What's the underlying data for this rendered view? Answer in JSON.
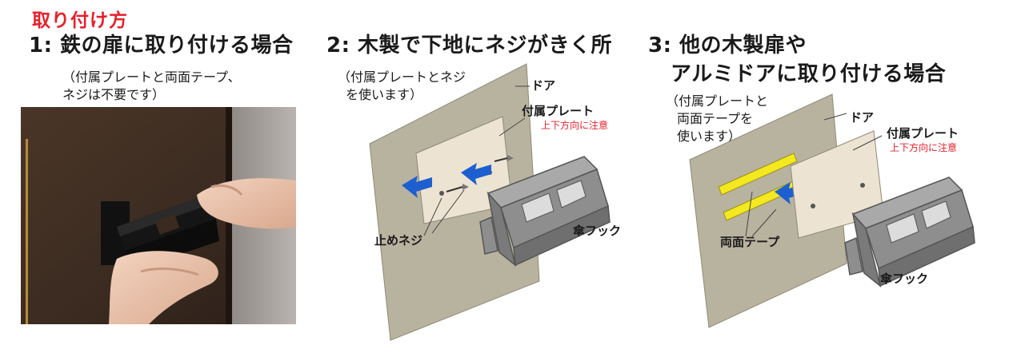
{
  "page": {
    "main_title": "取り付け方"
  },
  "section1": {
    "title": "1: 鉄の扉に取り付ける場合",
    "note_line1": "（付属プレートと両面テープ、",
    "note_line2": "ネジは不要です）"
  },
  "section2": {
    "title": "2: 木製で下地にネジがきく所",
    "note_line1": "（付属プレートとネジ",
    "note_line2": "を使います）",
    "label_door": "ドア",
    "label_plate": "付属プレート",
    "label_plate_sub": "上下方向に注意",
    "label_screw": "止めネジ",
    "label_hook": "傘フック"
  },
  "section3": {
    "title_line1": "3: 他の木製扉や",
    "title_line2": "アルミドアに取り付ける場合",
    "note_line1": "（付属プレートと",
    "note_line2": "両面テープを",
    "note_line3": "使います）",
    "label_door": "ドア",
    "label_plate": "付属プレート",
    "label_plate_sub": "上下方向に注意",
    "label_tape": "両面テープ",
    "label_hook": "傘フック"
  },
  "colors": {
    "accent_red": "#e8202a",
    "door_gray": "#b8b39f",
    "plate_cream": "#ede3d2",
    "hook_gray": "#8e8e8e",
    "arrow_blue": "#1e5fd0",
    "tape_yellow": "#f4e81e"
  }
}
